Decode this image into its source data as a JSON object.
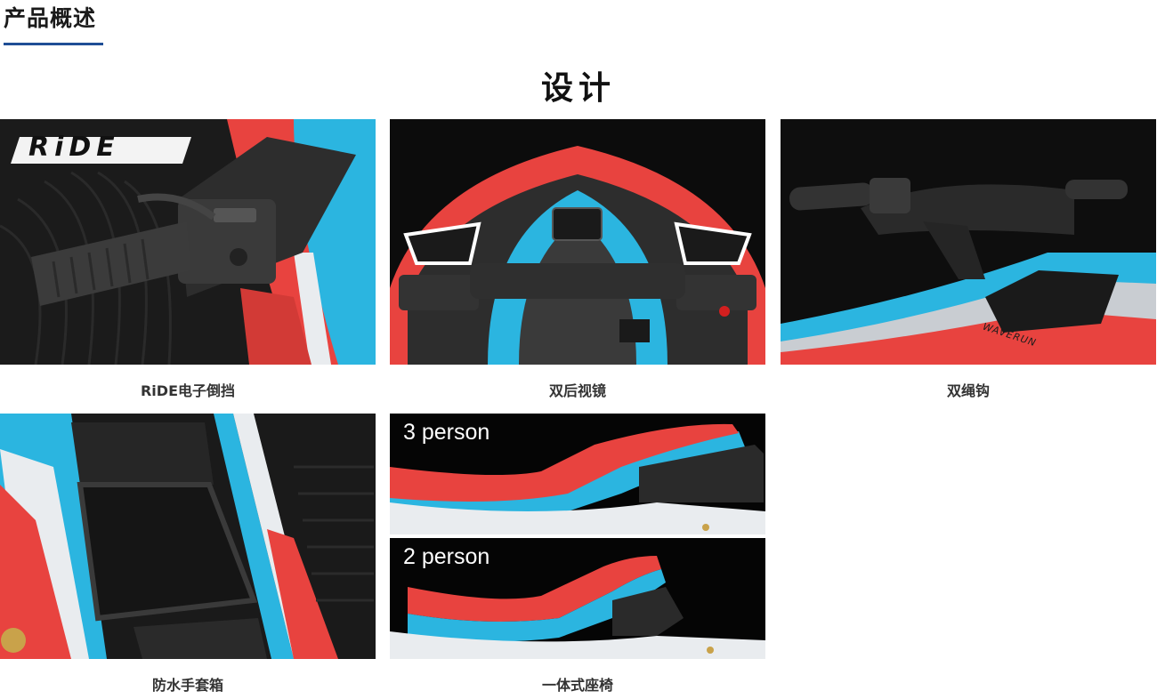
{
  "section": {
    "title": "产品概述"
  },
  "design": {
    "heading": "设计"
  },
  "features": [
    {
      "caption": "RiDE电子倒挡",
      "logo_text": "RiDE"
    },
    {
      "caption": "双后视镜"
    },
    {
      "caption": "双绳钩",
      "brand_text": "WAVERUN"
    },
    {
      "caption": "防水手套箱"
    },
    {
      "caption": "一体式座椅",
      "seat_labels": [
        "3 person",
        "2 person"
      ]
    }
  ],
  "colors": {
    "accent_underline": "#1f4e96",
    "craft_red": "#e8433f",
    "craft_cyan": "#2bb5e0",
    "craft_white": "#e9ecef"
  }
}
